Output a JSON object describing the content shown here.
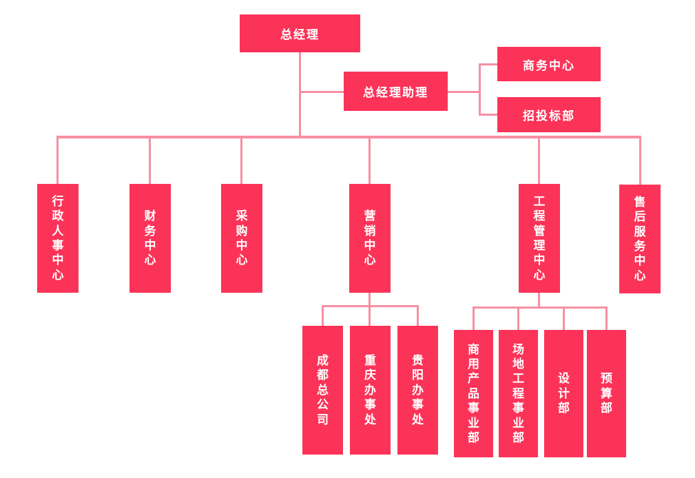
{
  "chart_title": "",
  "diagram_type": "org-chart",
  "colors": {
    "node_fill": "#FC3358",
    "connector": "#F78FA3",
    "label_text": "#FFFFFF",
    "background": "#FFFFFF"
  },
  "nodes": {
    "gm": {
      "label": "总经理",
      "parent": null
    },
    "gm_assistant": {
      "label": "总经理助理",
      "parent": "总经理"
    },
    "business_center": {
      "label": "商务中心",
      "parent": "总经理助理"
    },
    "bidding_dept": {
      "label": "招投标部",
      "parent": "总经理助理"
    },
    "admin_hr_center": {
      "label": "行政人事中心",
      "parent": "总经理"
    },
    "finance_center": {
      "label": "财务中心",
      "parent": "总经理"
    },
    "procurement_center": {
      "label": "采购中心",
      "parent": "总经理"
    },
    "marketing_center": {
      "label": "营销中心",
      "parent": "总经理"
    },
    "engineering_mgmt_center": {
      "label": "工程管理中心",
      "parent": "总经理"
    },
    "after_sales_center": {
      "label": "售后服务中心",
      "parent": "总经理"
    },
    "chengdu_hq": {
      "label": "成都总公司",
      "parent": "营销中心"
    },
    "chongqing_office": {
      "label": "重庆办事处",
      "parent": "营销中心"
    },
    "guiyang_office": {
      "label": "贵阳办事处",
      "parent": "营销中心"
    },
    "commercial_products_division": {
      "label": "商用产品事业部",
      "parent": "工程管理中心"
    },
    "site_engineering_division": {
      "label": "场地工程事业部",
      "parent": "工程管理中心"
    },
    "design_dept": {
      "label": "设计部",
      "parent": "工程管理中心"
    },
    "budget_dept": {
      "label": "预算部",
      "parent": "工程管理中心"
    }
  }
}
